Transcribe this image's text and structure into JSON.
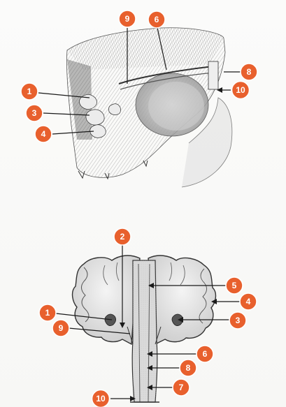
{
  "figure_top": {
    "markers": [
      {
        "id": "top-9",
        "label": "9"
      },
      {
        "id": "top-6",
        "label": "6"
      },
      {
        "id": "top-8",
        "label": "8"
      },
      {
        "id": "top-10",
        "label": "10"
      },
      {
        "id": "top-1",
        "label": "1"
      },
      {
        "id": "top-3",
        "label": "3"
      },
      {
        "id": "top-4",
        "label": "4"
      }
    ]
  },
  "figure_bottom": {
    "markers": [
      {
        "id": "bot-2",
        "label": "2"
      },
      {
        "id": "bot-5",
        "label": "5"
      },
      {
        "id": "bot-4",
        "label": "4"
      },
      {
        "id": "bot-1",
        "label": "1"
      },
      {
        "id": "bot-3",
        "label": "3"
      },
      {
        "id": "bot-9",
        "label": "9"
      },
      {
        "id": "bot-6",
        "label": "6"
      },
      {
        "id": "bot-8",
        "label": "8"
      },
      {
        "id": "bot-7",
        "label": "7"
      },
      {
        "id": "bot-10",
        "label": "10"
      }
    ]
  },
  "colors": {
    "marker": "#e8602d",
    "ink": "#1a1a1a",
    "paper": "#fbfbfa"
  }
}
